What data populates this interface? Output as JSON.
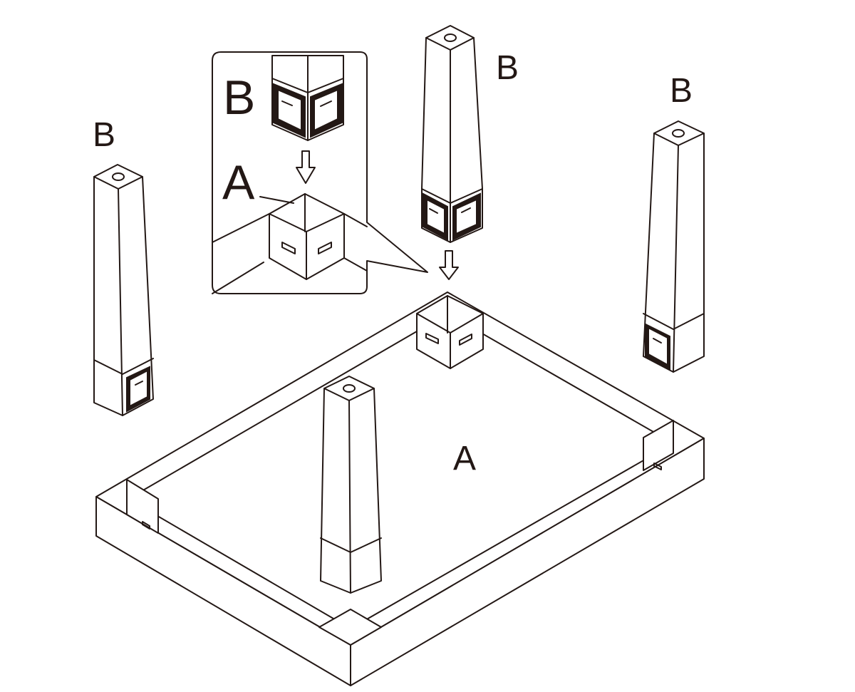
{
  "diagram": {
    "labels": {
      "inset_leg": "B",
      "inset_frame": "A",
      "top_leg": "B",
      "right_leg": "B",
      "left_leg": "B",
      "main_frame": "A"
    },
    "colors": {
      "line": "#231815",
      "background": "#ffffff"
    }
  }
}
